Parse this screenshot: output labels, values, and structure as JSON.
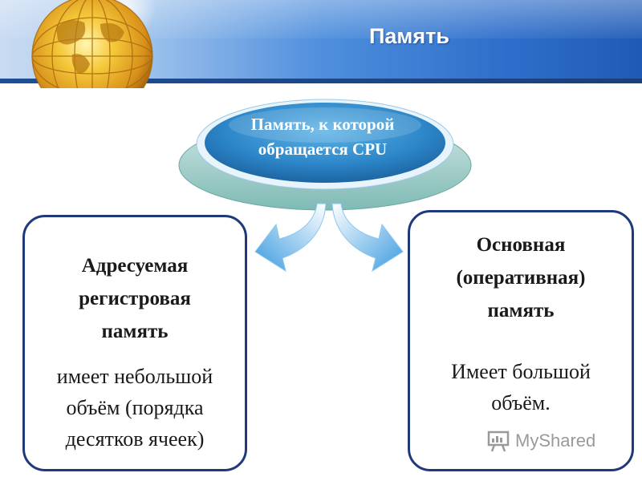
{
  "slide": {
    "title": "Память",
    "center_node": {
      "line1": "Память, к которой",
      "line2": "обращается CPU"
    },
    "left_box": {
      "heading": [
        "Адресуемая",
        "регистровая",
        "память"
      ],
      "body": [
        "имеет небольшой",
        "объём (порядка",
        "десятков ячеек)"
      ]
    },
    "right_box": {
      "heading": [
        "Основная",
        "(оперативная)",
        "память"
      ],
      "body": [
        "Имеет большой",
        "объём."
      ]
    },
    "watermark": "MyShared"
  },
  "colors": {
    "header_blue": "#2f6fcb",
    "oval_blue": "#2e8fd0",
    "box_border": "#1f3a7a",
    "arrow_blue": "#4aa3e0"
  },
  "icons": {
    "logo": "globe-icon",
    "arrows": "curved-arrow-icon",
    "watermark": "presentation-board-icon"
  }
}
